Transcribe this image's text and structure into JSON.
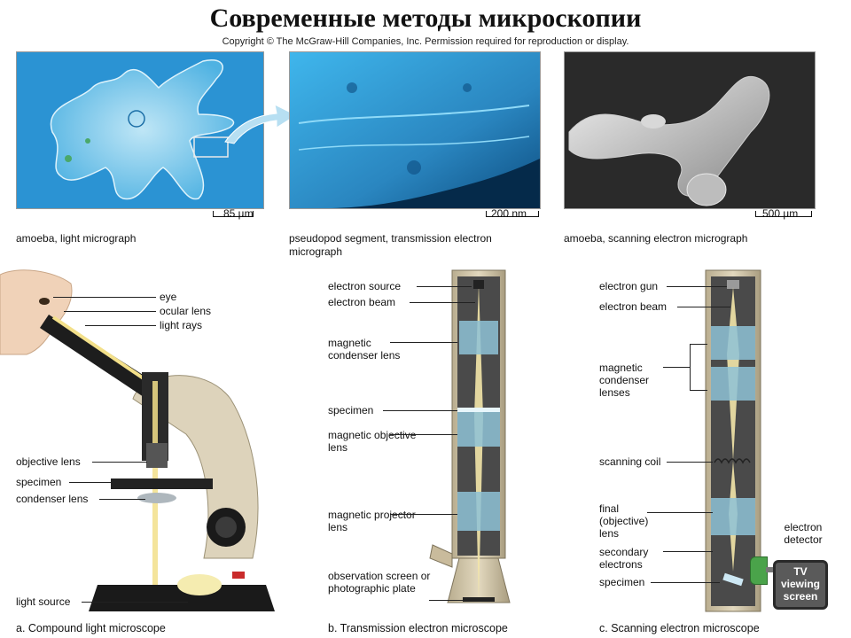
{
  "title": "Современные методы микроскопии",
  "copyright": "Copyright © The McGraw-Hill Companies, Inc. Permission required for reproduction or display.",
  "micrographs": [
    {
      "scale": "85 µm",
      "caption": "amoeba, light micrograph"
    },
    {
      "scale": "200 nm",
      "caption": "pseudopod segment, transmission electron micrograph"
    },
    {
      "scale": "500 µm",
      "caption": "amoeba, scanning electron micrograph"
    }
  ],
  "light_microscope": {
    "labels": {
      "eye": "eye",
      "ocular_lens": "ocular lens",
      "light_rays": "light rays",
      "objective_lens": "objective lens",
      "specimen": "specimen",
      "condenser_lens": "condenser lens",
      "light_source": "light source"
    },
    "caption": "a. Compound light microscope"
  },
  "tem": {
    "labels": {
      "electron_source": "electron source",
      "electron_beam": "electron beam",
      "condenser_lens": "magnetic condenser lens",
      "specimen": "specimen",
      "objective_lens": "magnetic objective lens",
      "projector_lens": "magnetic projector lens",
      "observation_screen": "observation screen or photographic plate"
    },
    "caption": "b. Transmission electron microscope"
  },
  "sem": {
    "labels": {
      "electron_gun": "electron gun",
      "electron_beam": "electron beam",
      "condenser_lenses": "magnetic condenser lenses",
      "scanning_coil": "scanning coil",
      "final_lens": "final (objective) lens",
      "secondary_electrons": "secondary electrons",
      "specimen": "specimen",
      "electron_detector": "electron detector",
      "tv_screen": "TV viewing screen"
    },
    "caption": "c. Scanning electron microscope"
  },
  "colors": {
    "micrograph_blue": "#1e8fd0",
    "tem_image": "#0a3a66",
    "column": "#c8bca0",
    "lens_blue": "#9cc8d8",
    "beam_yellow": "#f3e6a8"
  }
}
